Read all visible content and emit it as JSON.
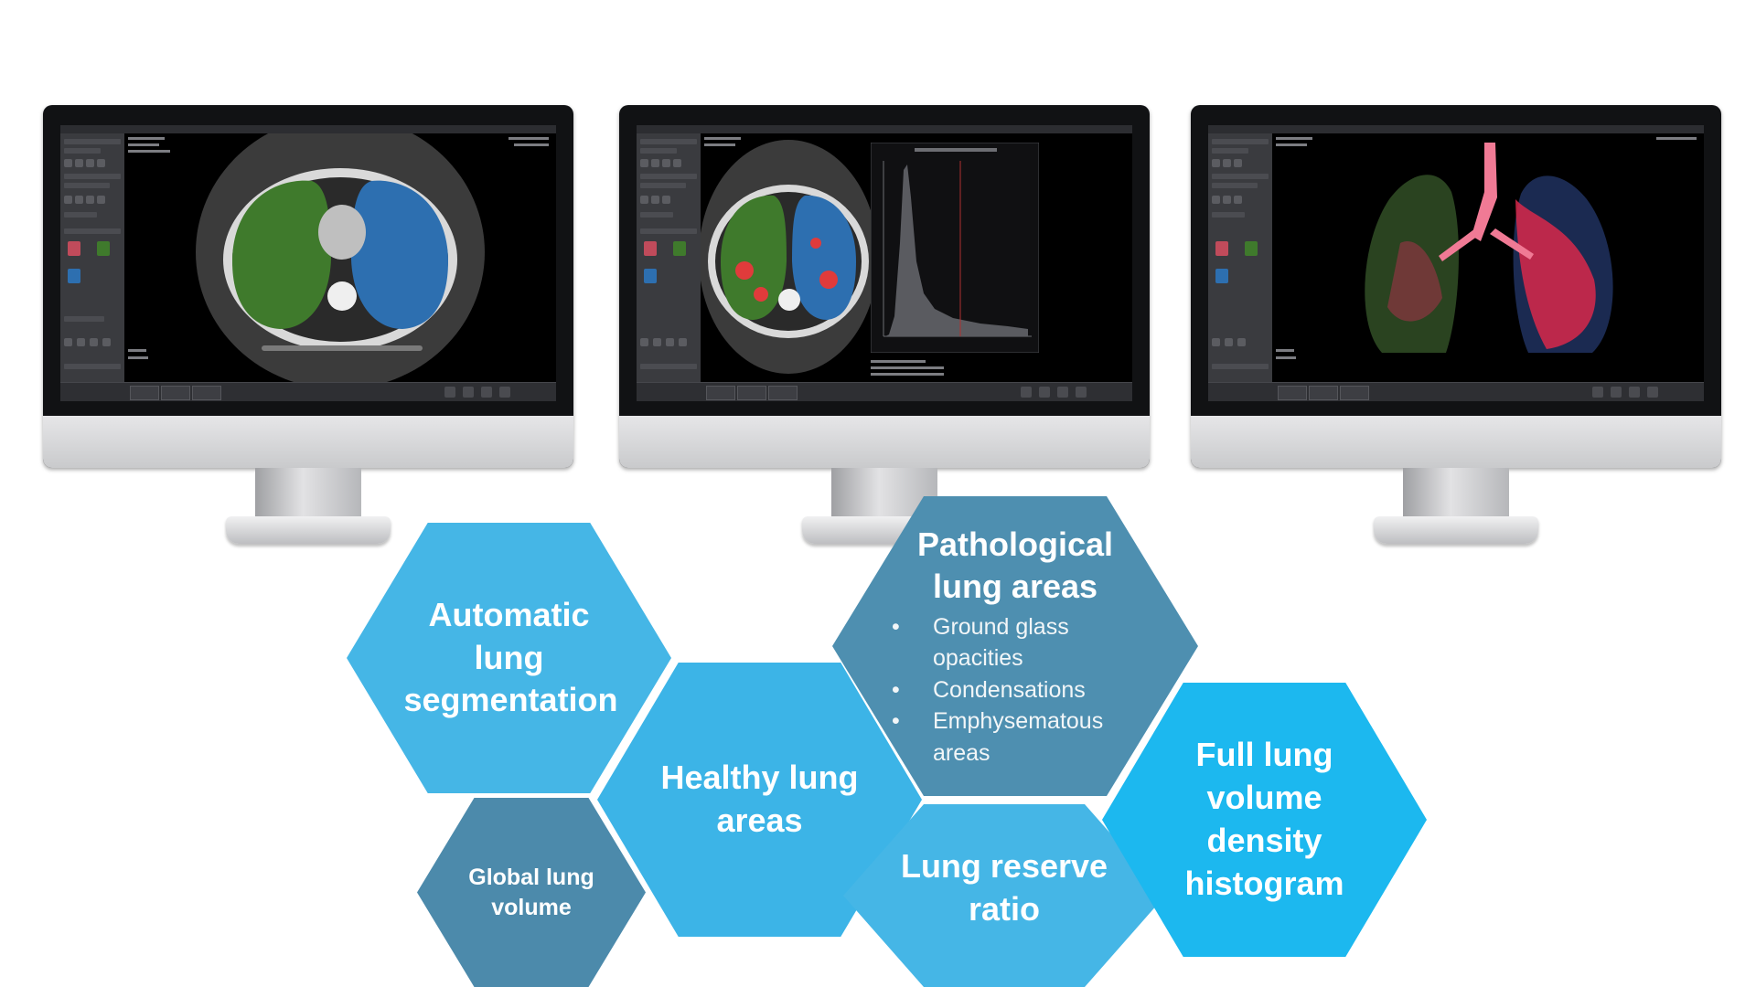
{
  "hexagons": {
    "automatic_segmentation": "Automatic lung segmentation",
    "healthy_areas": "Healthy lung areas",
    "global_volume": "Global lung volume",
    "pathological": {
      "title": "Pathological lung areas",
      "items": [
        "Ground glass opacities",
        "Condensations",
        "Emphysematous areas"
      ]
    },
    "full_histogram": "Full lung volume density histogram",
    "reserve_ratio": "Lung reserve ratio"
  },
  "colors": {
    "light_blue": "#45b6e6",
    "mid_blue": "#3cb4e7",
    "steel_blue": "#4e8fb0",
    "dark_steel_blue": "#4c8aab",
    "bright_blue": "#1cb8ef",
    "healthy_lung_overlay": "#3f7a2c",
    "pathology_overlay": "#e03b3b",
    "left_lung_overlay": "#2d6fb0"
  },
  "icons": {
    "histogram_plot": "density-histogram",
    "lung_3d": "3d-lung-render",
    "ct_slice": "ct-axial-slice"
  }
}
